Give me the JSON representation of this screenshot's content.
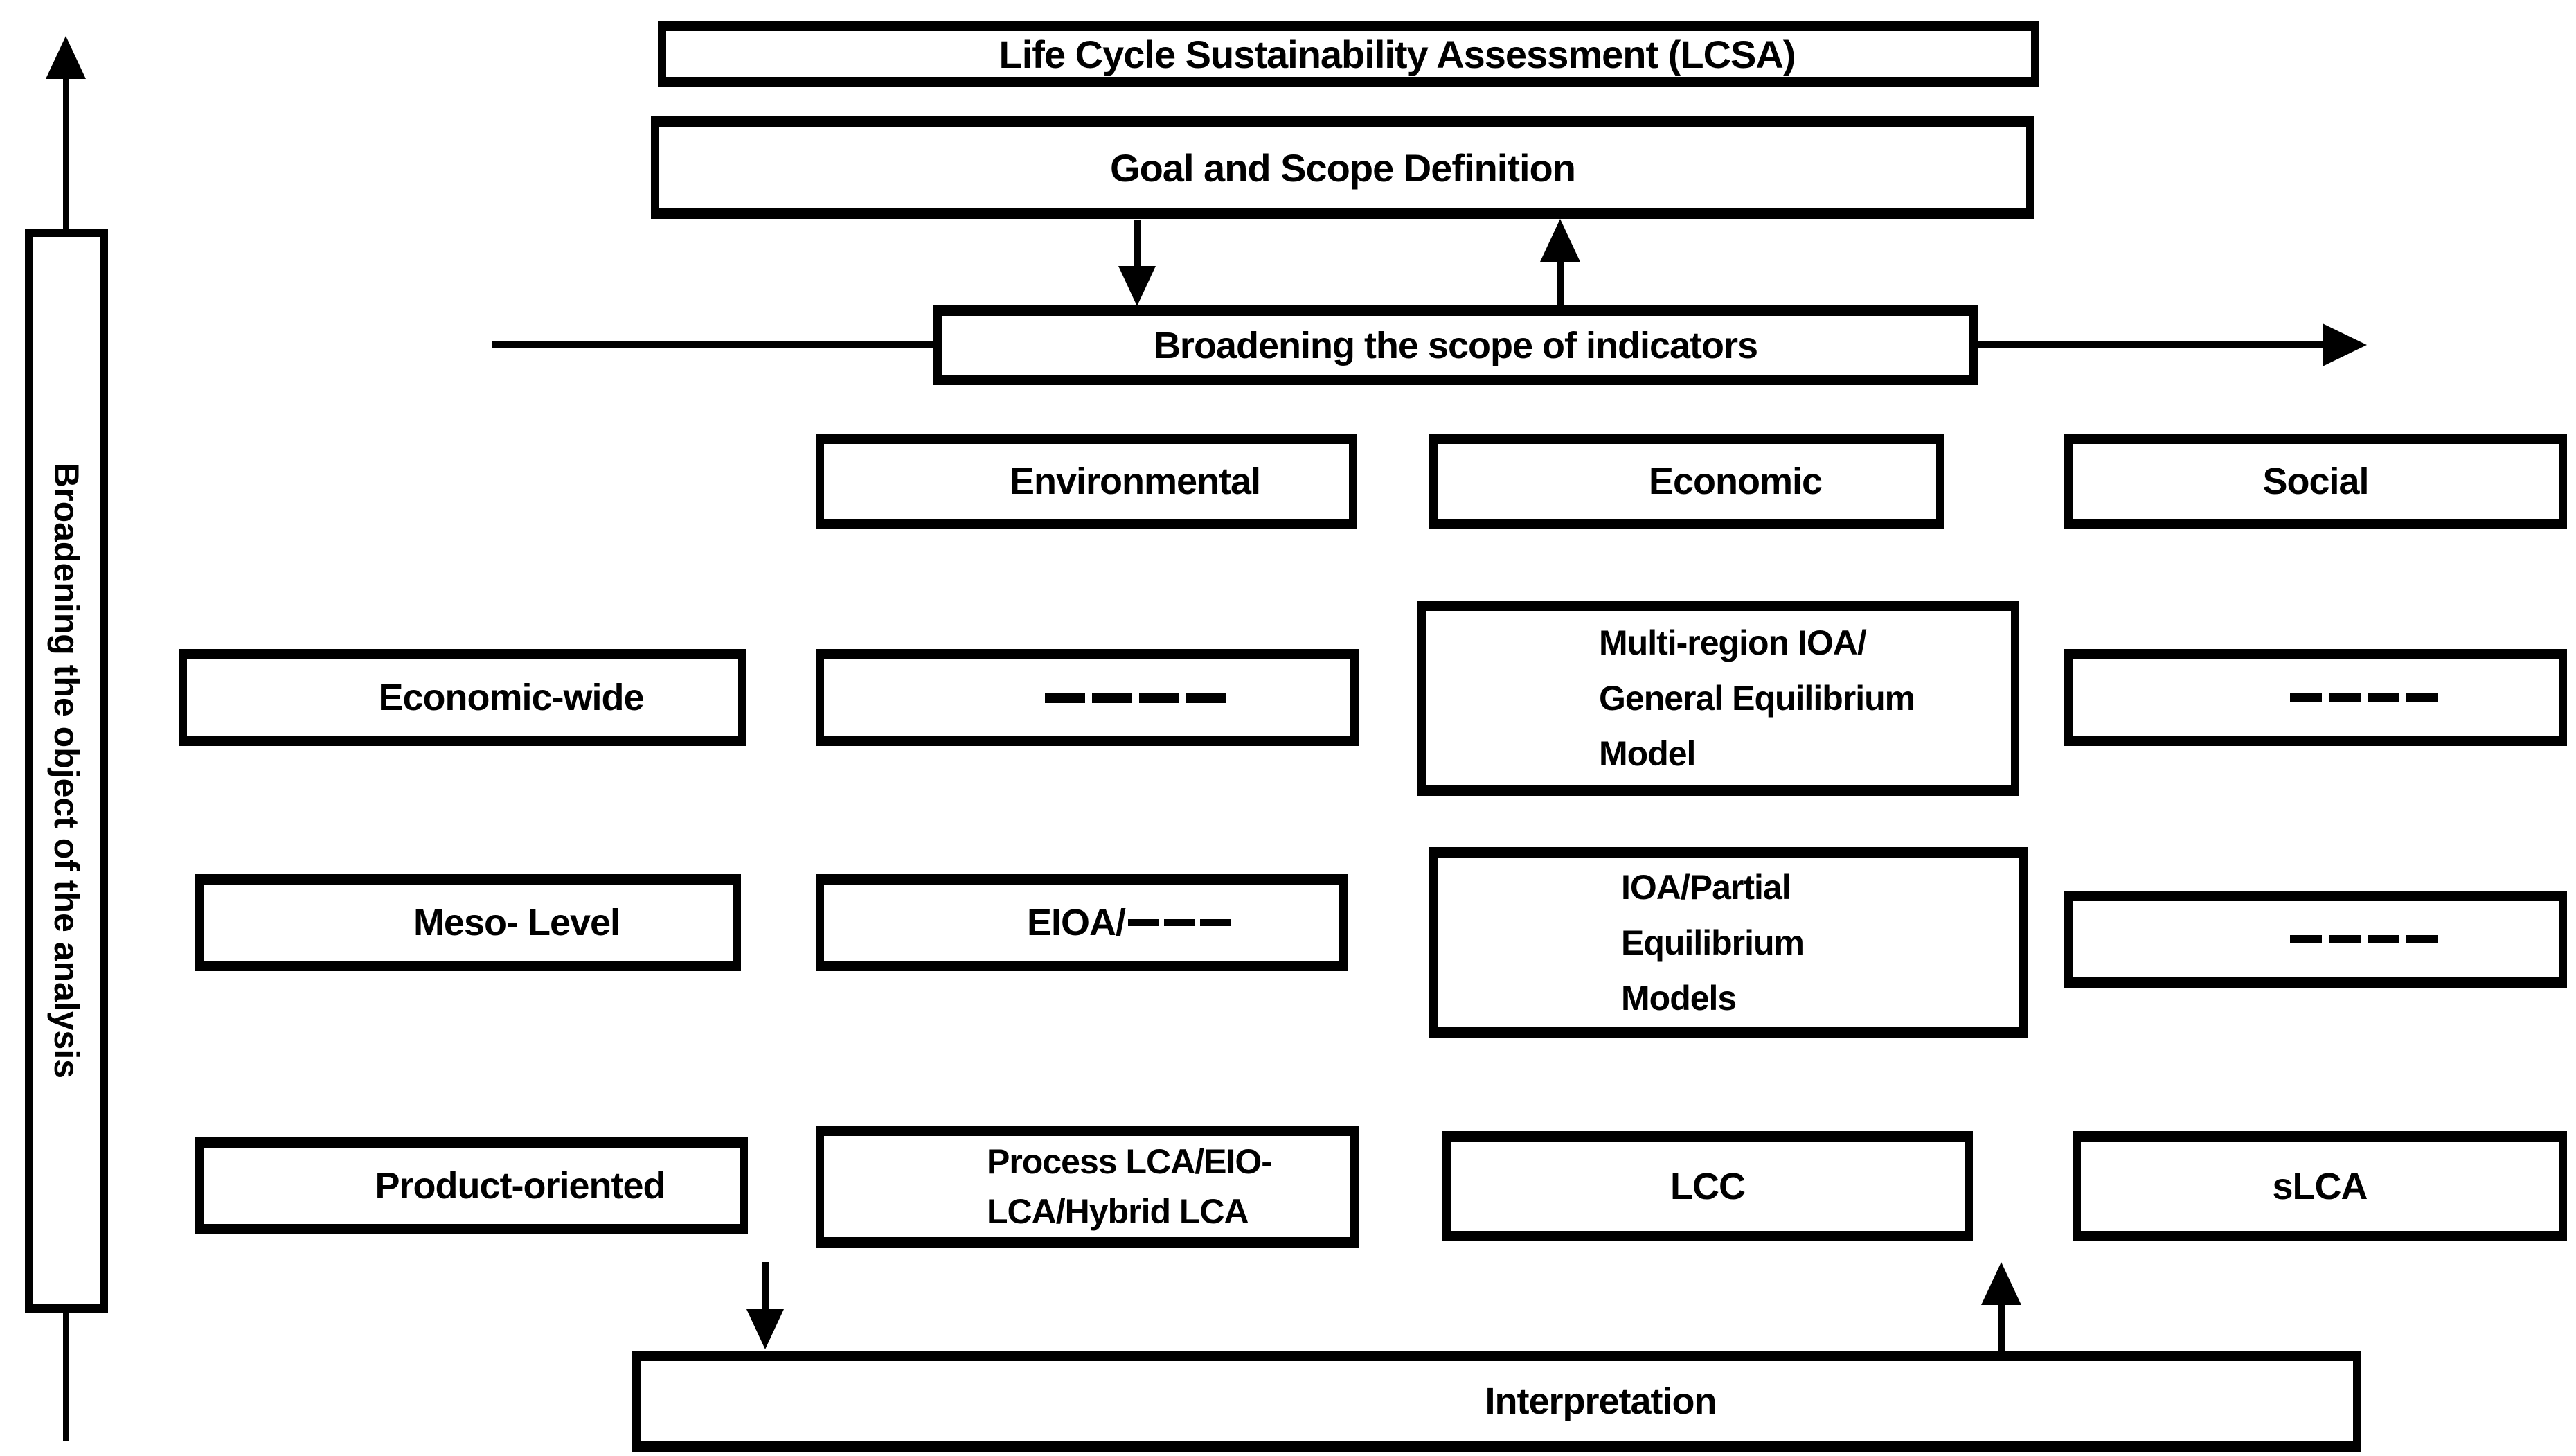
{
  "header": {
    "title": "Life Cycle Sustainability Assessment (LCSA)",
    "goal_scope": "Goal and Scope Definition"
  },
  "axes": {
    "indicator_axis": "Broadening the scope of indicators",
    "object_axis": "Broadening the object of the analysis"
  },
  "columns": [
    {
      "label": "Environmental"
    },
    {
      "label": "Economic"
    },
    {
      "label": "Social"
    }
  ],
  "rows": [
    {
      "label": "Economic-wide",
      "environmental": {
        "dashes": 4
      },
      "economic": {
        "lines": [
          "Multi-region IOA/",
          "General Equilibrium",
          "Model"
        ]
      },
      "social": {
        "dashes": 4
      }
    },
    {
      "label": "Meso- Level",
      "environmental": {
        "prefix": "EIOA/",
        "dashes": 3
      },
      "economic": {
        "lines": [
          "IOA/Partial",
          "Equilibrium",
          "Models"
        ]
      },
      "social": {
        "dashes": 4
      }
    },
    {
      "label": "Product-oriented",
      "environmental": {
        "lines": [
          "Process LCA/EIO-",
          "LCA/Hybrid LCA"
        ]
      },
      "economic": {
        "label": "LCC"
      },
      "social": {
        "label": "sLCA"
      }
    }
  ],
  "footer": {
    "interpretation": "Interpretation"
  },
  "colors": {
    "background": "#ffffff",
    "line": "#000000",
    "text": "#000000"
  }
}
